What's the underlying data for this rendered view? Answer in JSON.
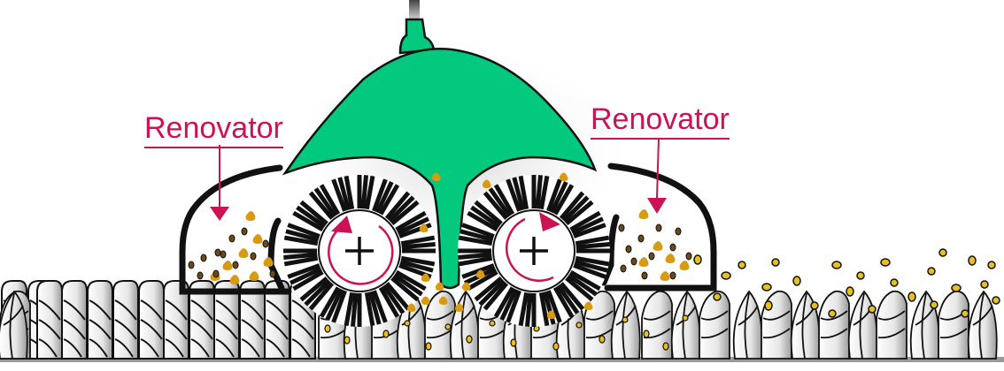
{
  "diagram": {
    "labels": {
      "left": "Renovator",
      "right": "Renovator"
    },
    "colors": {
      "housing": "#03c97f",
      "label": "#cc1155",
      "arrow": "#cc1155",
      "seed": "#e8c020",
      "debris": "#d89a10",
      "insect": "#6b4a1a",
      "bristle": "#111111",
      "ground": "#9a9a9a"
    },
    "brushes": [
      {
        "name": "left-brush",
        "center_symbol": "+",
        "rotation": "counter-clockwise"
      },
      {
        "name": "right-brush",
        "center_symbol": "+",
        "rotation": "clockwise"
      }
    ]
  }
}
